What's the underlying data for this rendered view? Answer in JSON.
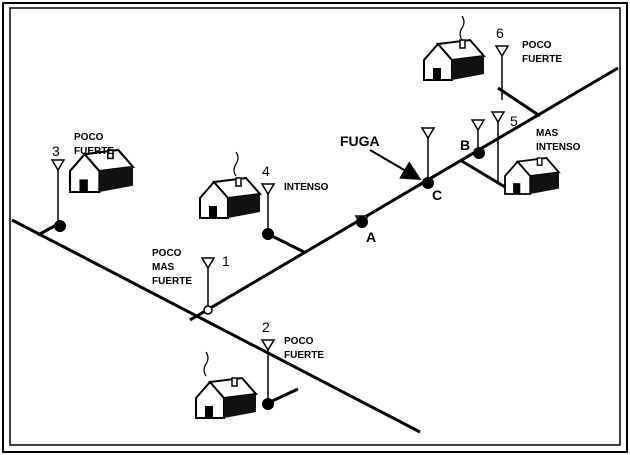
{
  "labels": {
    "fuga": "FUGA",
    "point_a": "A",
    "point_b": "B",
    "point_c": "C",
    "sensor_1_number": "1",
    "sensor_1_line1": "POCO",
    "sensor_1_line2": "MAS",
    "sensor_1_line3": "FUERTE",
    "sensor_2_number": "2",
    "sensor_2_line1": "POCO",
    "sensor_2_line2": "FUERTE",
    "sensor_3_number": "3",
    "sensor_3_line1": "POCO",
    "sensor_3_line2": "FUERTE",
    "sensor_4_number": "4",
    "sensor_4_line1": "INTENSO",
    "sensor_5_number": "5",
    "sensor_5_line1": "MAS",
    "sensor_5_line2": "INTENSO",
    "sensor_6_number": "6",
    "sensor_6_line1": "POCO",
    "sensor_6_line2": "FUERTE"
  }
}
